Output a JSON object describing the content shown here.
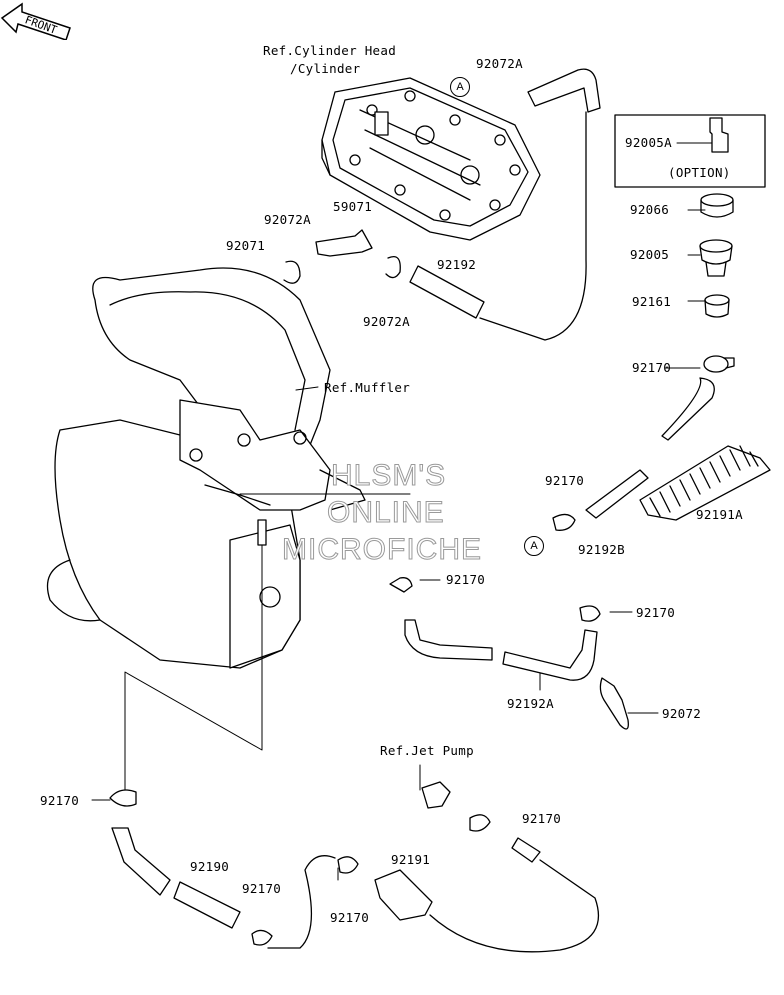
{
  "labels": {
    "ref_cylinder_head": "Ref.Cylinder Head",
    "ref_cylinder": "/Cylinder",
    "ref_muffler": "Ref.Muffler",
    "ref_jet_pump": "Ref.Jet Pump",
    "option": "(OPTION)",
    "front": "FRONT",
    "callout_a": "A",
    "p_92072a_top": "92072A",
    "p_92005a": "92005A",
    "p_92066": "92066",
    "p_92005": "92005",
    "p_92161": "92161",
    "p_92170_right": "92170",
    "p_92191a": "92191A",
    "p_92170_mid": "92170",
    "p_92192b": "92192B",
    "p_92072a_left": "92072A",
    "p_59071": "59071",
    "p_92071": "92071",
    "p_92192": "92192",
    "p_92072a_low": "92072A",
    "p_92170_center": "92170",
    "p_92170_rmid": "92170",
    "p_92192a": "92192A",
    "p_92072": "92072",
    "p_92170_left": "92170",
    "p_92190": "92190",
    "p_92170_bot": "92170",
    "p_92191": "92191",
    "p_92170_b2": "92170",
    "p_92170_pump": "92170"
  },
  "watermark": {
    "line1": "HLSM'S",
    "line2": "ONLINE",
    "line3": "MICROFICHE"
  },
  "colors": {
    "ink": "#000000",
    "watermark_outline": "#9a9a9a"
  }
}
